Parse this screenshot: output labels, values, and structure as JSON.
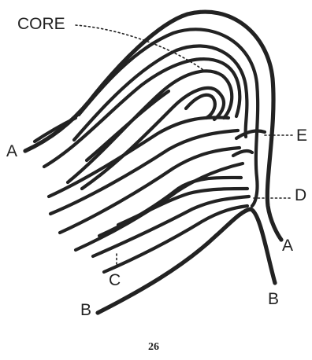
{
  "labels": {
    "core": "CORE",
    "a_left": "A",
    "a_right": "A",
    "b_left": "B",
    "b_right": "B",
    "c": "C",
    "d": "D",
    "e": "E"
  },
  "page_number": "26",
  "colors": {
    "ink": "#222222",
    "paper": "#ffffff"
  }
}
